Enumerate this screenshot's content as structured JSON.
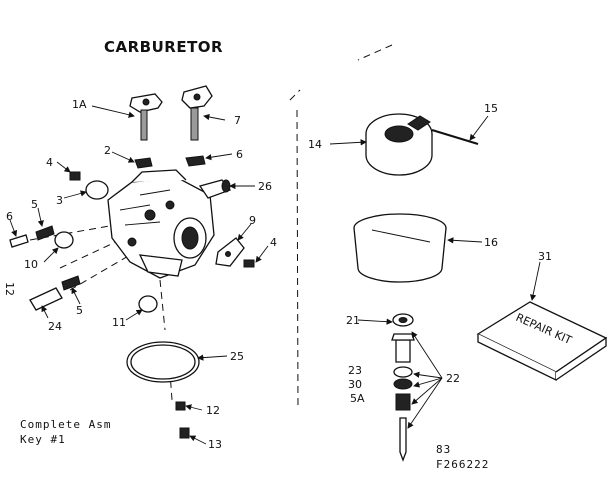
{
  "title": "CARBURETOR",
  "callouts": {
    "c1A": "1A",
    "c2": "2",
    "c3": "3",
    "c4a": "4",
    "c4b": "4",
    "c5a": "5",
    "c5b": "5",
    "c6": "6",
    "c6b": "6",
    "c7": "7",
    "c9": "9",
    "c10": "10",
    "c11": "11",
    "c12": "12",
    "c13": "13",
    "c14": "14",
    "c15": "15",
    "c16": "16",
    "c21": "21",
    "c22": "22",
    "c23": "23",
    "c24": "24",
    "c25": "25",
    "c26": "26",
    "c30": "30",
    "c31": "31",
    "c5A": "5A"
  },
  "note": {
    "line1": "Complete Asm",
    "line2": "Key #1"
  },
  "page_number": "12",
  "footer": {
    "line1": "83",
    "line2": "F266222"
  },
  "kit_label": "REPAIR KIT"
}
